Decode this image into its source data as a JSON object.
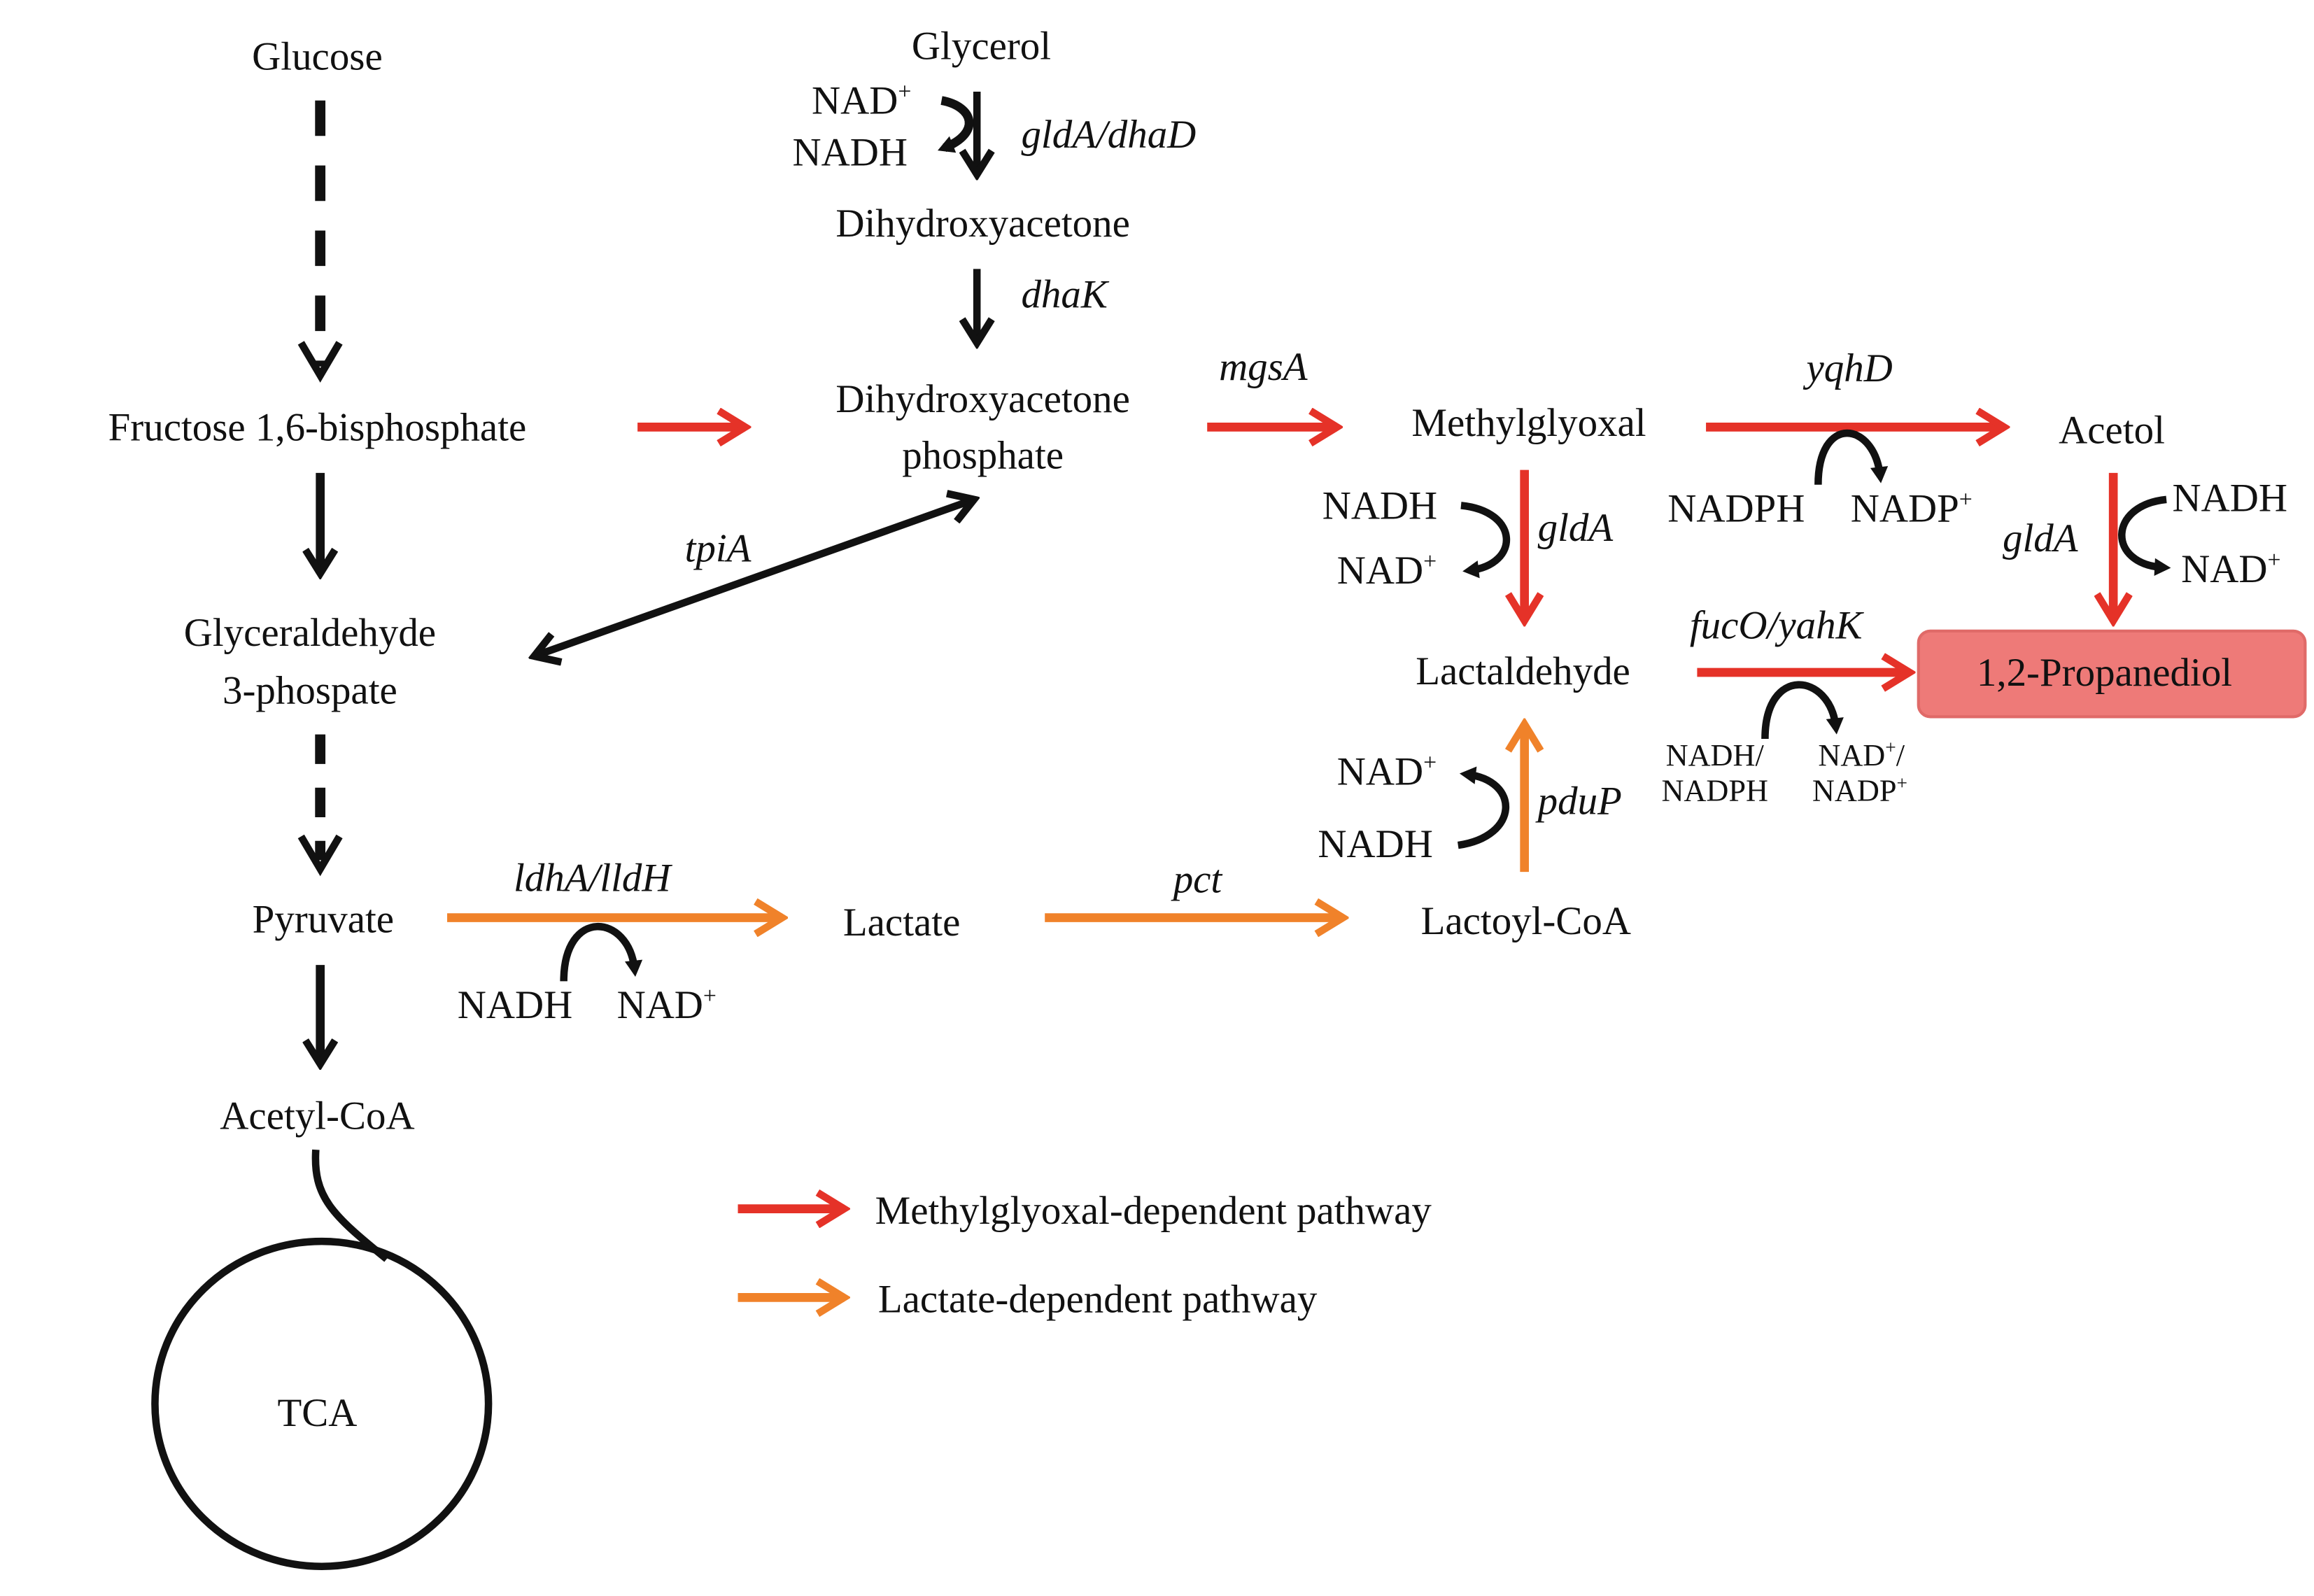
{
  "colors": {
    "methylglyoxal_pathway": "#e53228",
    "lactate_pathway": "#f0822a",
    "product_box": "#ee7a78",
    "black": "#111111"
  },
  "metabolites": {
    "glucose": "Glucose",
    "glycerol": "Glycerol",
    "dihydroxyacetone": "Dihydroxyacetone",
    "dhap_line1": "Dihydroxyacetone",
    "dhap_line2": "phosphate",
    "fructose": "Fructose 1,6-bisphosphate",
    "g3p_line1": "Glyceraldehyde",
    "g3p_line2": "3-phospate",
    "pyruvate": "Pyruvate",
    "acetyl_coa": "Acetyl-CoA",
    "tca": "TCA",
    "methylglyoxal": "Methylglyoxal",
    "acetol": "Acetol",
    "lactaldehyde": "Lactaldehyde",
    "propanediol": "1,2-Propanediol",
    "lactate": "Lactate",
    "lactoyl_coa": "Lactoyl-CoA"
  },
  "enzymes": {
    "glda_dhad": "gldA/dhaD",
    "dhak": "dhaK",
    "tpia": "tpiA",
    "mgsa": "mgsA",
    "yqhd": "yqhD",
    "glda_mg": "gldA",
    "glda_acetol": "gldA",
    "fuco_yahk": "fucO/yahK",
    "pdup": "pduP",
    "ldha_lldh": "ldhA/lldH",
    "pct": "pct"
  },
  "cofactors": {
    "glycerol_in": "NAD",
    "glycerol_in_sup": "+",
    "glycerol_out": "NADH",
    "mg_in": "NADH",
    "mg_out": "NAD",
    "mg_out_sup": "+",
    "yqhd_in": "NADPH",
    "yqhd_out": "NADP",
    "yqhd_out_sup": "+",
    "acetol_in": "NADH",
    "acetol_out": "NAD",
    "acetol_out_sup": "+",
    "fuco_in_1": "NADH/",
    "fuco_in_2": "NADPH",
    "fuco_out_1": "NAD",
    "fuco_out_1_sup": "+",
    "fuco_out_1_tail": "/",
    "fuco_out_2": "NADP",
    "fuco_out_2_sup": "+",
    "pdup_top": "NAD",
    "pdup_top_sup": "+",
    "pdup_bottom": "NADH",
    "ldh_in": "NADH",
    "ldh_out": "NAD",
    "ldh_out_sup": "+"
  },
  "legend": {
    "items": [
      {
        "label": "Methylglyoxal-dependent pathway",
        "color": "#e53228"
      },
      {
        "label": "Lactate-dependent pathway",
        "color": "#f0822a"
      }
    ]
  }
}
